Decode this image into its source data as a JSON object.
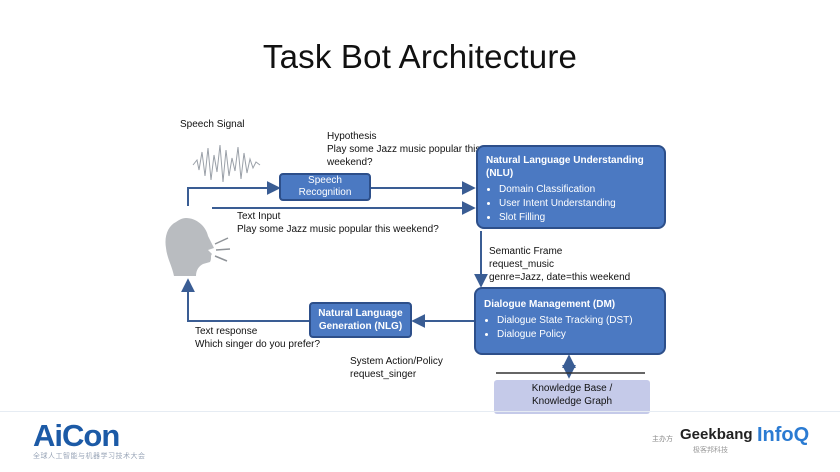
{
  "title": "Task Bot Architecture",
  "labels": {
    "speech_signal": "Speech Signal",
    "hypothesis_title": "Hypothesis",
    "hypothesis_line1": "Play some Jazz music popular this",
    "hypothesis_line2": "weekend?",
    "text_input_title": "Text Input",
    "text_input_body": "Play some Jazz music popular this weekend?",
    "semantic_frame_title": "Semantic Frame",
    "semantic_frame_line1": "request_music",
    "semantic_frame_line2": "genre=Jazz, date=this weekend",
    "text_response_title": "Text response",
    "text_response_body": "Which singer do you prefer?",
    "system_action_title": "System Action/Policy",
    "system_action_body": "request_singer"
  },
  "boxes": {
    "speech_recognition": {
      "line1": "Speech",
      "line2": "Recognition"
    },
    "nlu": {
      "title_line1": "Natural Language Understanding",
      "title_line2": "(NLU)",
      "items": [
        "Domain Classification",
        "User Intent Understanding",
        "Slot Filling"
      ]
    },
    "dm": {
      "title": "Dialogue Management (DM)",
      "items": [
        "Dialogue State Tracking (DST)",
        "Dialogue Policy"
      ]
    },
    "nlg": {
      "line1": "Natural Language",
      "line2": "Generation (NLG)"
    },
    "kb": {
      "line1": "Knowledge Base /",
      "line2": "Knowledge Graph"
    }
  },
  "footer": {
    "aicon": "AiCon",
    "aicon_sub": "全球人工智能与机器学习技术大会",
    "organizer_label": "主办方",
    "geekbang": "Geekbang",
    "geekbang_sub": "极客邦科技",
    "infoq": "InfoQ"
  },
  "colors": {
    "box_fill": "#4b79c2",
    "box_border": "#2d4f8a",
    "arrow": "#3a5d94",
    "kb_fill": "#c5cae9",
    "aicon_blue": "#1c5aa6",
    "infoq_blue": "#2b7bd2"
  },
  "icons": {
    "speaker": "speaking-head-icon",
    "waveform": "waveform-icon"
  }
}
